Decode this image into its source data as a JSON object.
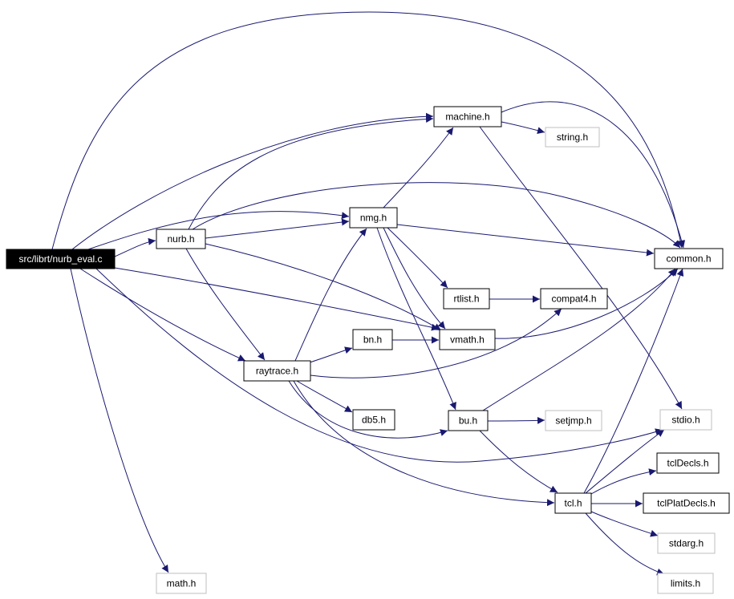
{
  "colors": {
    "edge": "#191970",
    "border": "#000000",
    "border_external": "#bfbfbf",
    "root_fill": "#000000",
    "root_text": "#ffffff",
    "text": "#000000",
    "background": "#ffffff"
  },
  "nodes": [
    {
      "id": "nurb_eval_c",
      "label": "src/librt/nurb_eval.c",
      "type": "root"
    },
    {
      "id": "nurb_h",
      "label": "nurb.h",
      "type": "internal"
    },
    {
      "id": "machine_h",
      "label": "machine.h",
      "type": "internal"
    },
    {
      "id": "string_h",
      "label": "string.h",
      "type": "external"
    },
    {
      "id": "nmg_h",
      "label": "nmg.h",
      "type": "internal"
    },
    {
      "id": "common_h",
      "label": "common.h",
      "type": "internal"
    },
    {
      "id": "rtlist_h",
      "label": "rtlist.h",
      "type": "internal"
    },
    {
      "id": "compat4_h",
      "label": "compat4.h",
      "type": "internal"
    },
    {
      "id": "bn_h",
      "label": "bn.h",
      "type": "internal"
    },
    {
      "id": "vmath_h",
      "label": "vmath.h",
      "type": "internal"
    },
    {
      "id": "raytrace_h",
      "label": "raytrace.h",
      "type": "internal"
    },
    {
      "id": "db5_h",
      "label": "db5.h",
      "type": "internal"
    },
    {
      "id": "bu_h",
      "label": "bu.h",
      "type": "internal"
    },
    {
      "id": "setjmp_h",
      "label": "setjmp.h",
      "type": "external"
    },
    {
      "id": "stdio_h",
      "label": "stdio.h",
      "type": "external"
    },
    {
      "id": "tclDecls_h",
      "label": "tclDecls.h",
      "type": "internal"
    },
    {
      "id": "tcl_h",
      "label": "tcl.h",
      "type": "internal"
    },
    {
      "id": "tclPlatDecls_h",
      "label": "tclPlatDecls.h",
      "type": "internal"
    },
    {
      "id": "stdarg_h",
      "label": "stdarg.h",
      "type": "external"
    },
    {
      "id": "limits_h",
      "label": "limits.h",
      "type": "external"
    },
    {
      "id": "math_h",
      "label": "math.h",
      "type": "external"
    }
  ],
  "edges": [
    {
      "from": "nurb_eval_c",
      "to": "common_h"
    },
    {
      "from": "nurb_eval_c",
      "to": "machine_h"
    },
    {
      "from": "nurb_eval_c",
      "to": "nmg_h"
    },
    {
      "from": "nurb_eval_c",
      "to": "nurb_h"
    },
    {
      "from": "nurb_eval_c",
      "to": "vmath_h"
    },
    {
      "from": "nurb_eval_c",
      "to": "raytrace_h"
    },
    {
      "from": "nurb_eval_c",
      "to": "stdio_h"
    },
    {
      "from": "nurb_eval_c",
      "to": "math_h"
    },
    {
      "from": "nurb_h",
      "to": "machine_h"
    },
    {
      "from": "nurb_h",
      "to": "common_h"
    },
    {
      "from": "nurb_h",
      "to": "nmg_h"
    },
    {
      "from": "nurb_h",
      "to": "vmath_h"
    },
    {
      "from": "nurb_h",
      "to": "raytrace_h"
    },
    {
      "from": "machine_h",
      "to": "common_h"
    },
    {
      "from": "machine_h",
      "to": "string_h"
    },
    {
      "from": "machine_h",
      "to": "stdio_h"
    },
    {
      "from": "nmg_h",
      "to": "machine_h"
    },
    {
      "from": "nmg_h",
      "to": "common_h"
    },
    {
      "from": "nmg_h",
      "to": "rtlist_h"
    },
    {
      "from": "nmg_h",
      "to": "vmath_h"
    },
    {
      "from": "nmg_h",
      "to": "bu_h"
    },
    {
      "from": "rtlist_h",
      "to": "compat4_h"
    },
    {
      "from": "vmath_h",
      "to": "common_h"
    },
    {
      "from": "raytrace_h",
      "to": "nmg_h"
    },
    {
      "from": "raytrace_h",
      "to": "bn_h"
    },
    {
      "from": "raytrace_h",
      "to": "compat4_h"
    },
    {
      "from": "raytrace_h",
      "to": "db5_h"
    },
    {
      "from": "raytrace_h",
      "to": "bu_h"
    },
    {
      "from": "raytrace_h",
      "to": "tcl_h"
    },
    {
      "from": "bn_h",
      "to": "vmath_h"
    },
    {
      "from": "bu_h",
      "to": "common_h"
    },
    {
      "from": "bu_h",
      "to": "setjmp_h"
    },
    {
      "from": "bu_h",
      "to": "tcl_h"
    },
    {
      "from": "tcl_h",
      "to": "common_h"
    },
    {
      "from": "tcl_h",
      "to": "stdio_h"
    },
    {
      "from": "tcl_h",
      "to": "tclDecls_h"
    },
    {
      "from": "tcl_h",
      "to": "tclPlatDecls_h"
    },
    {
      "from": "tcl_h",
      "to": "stdarg_h"
    },
    {
      "from": "tcl_h",
      "to": "limits_h"
    }
  ]
}
